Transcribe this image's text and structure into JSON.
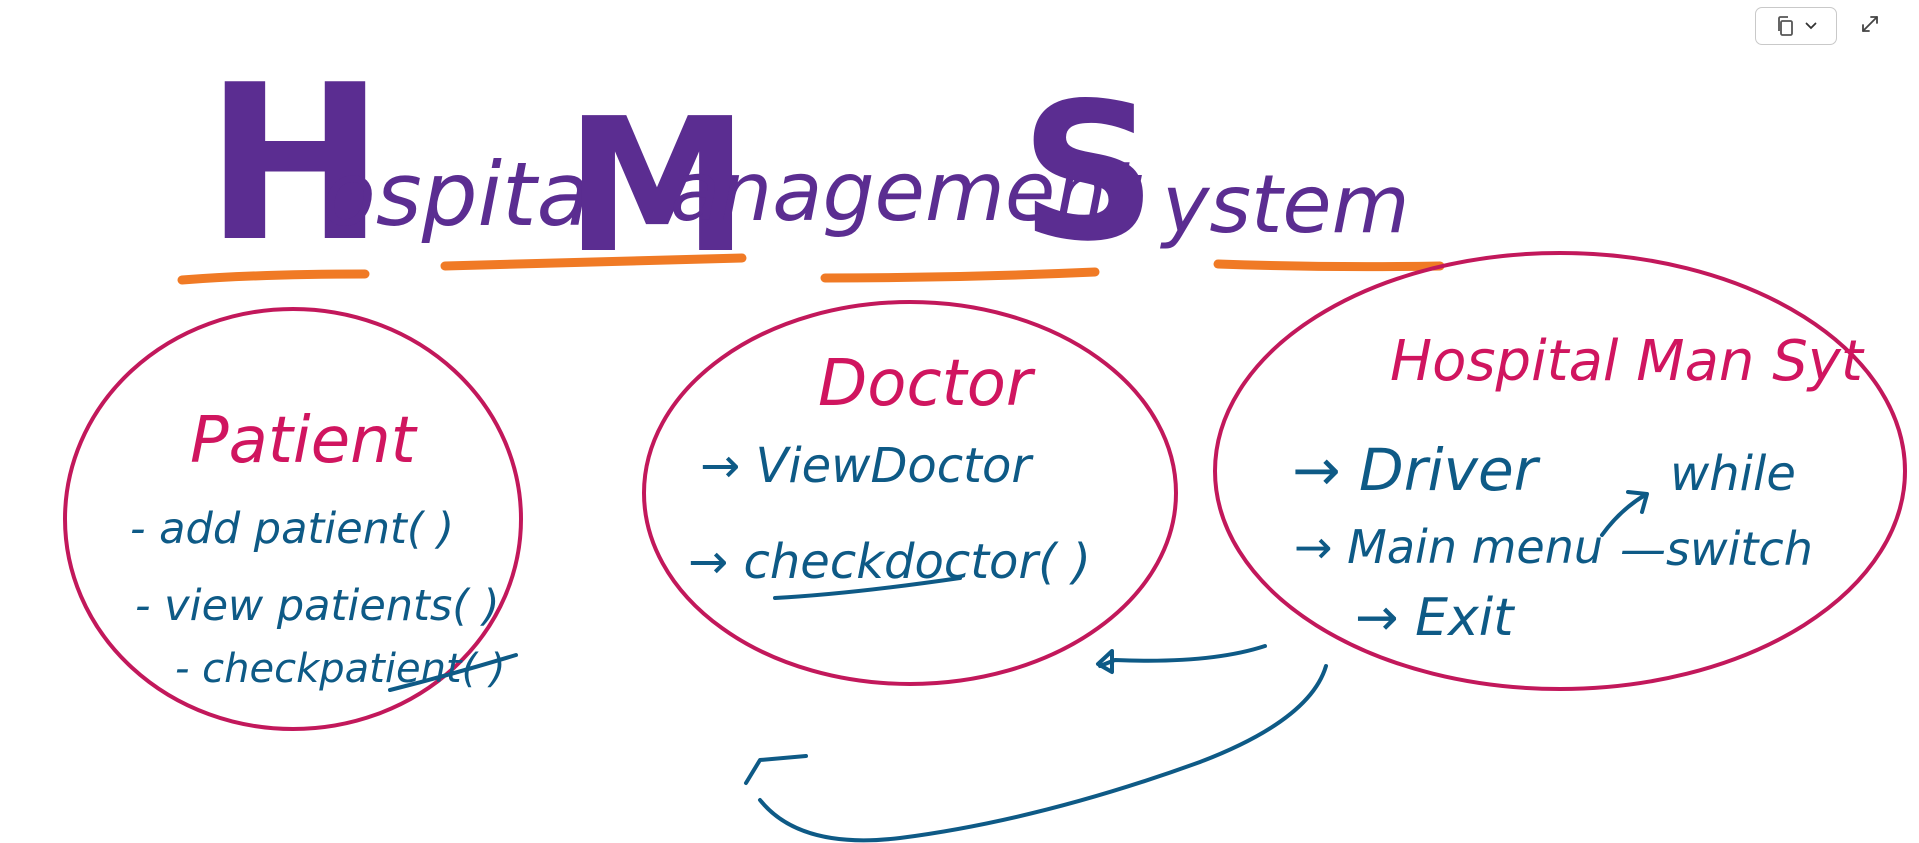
{
  "toolbar": {
    "copy_icon": "copy-document-icon",
    "dropdown_icon": "chevron-down-icon",
    "expand_icon": "expand-diagonal-icon"
  },
  "colors": {
    "title": "#5b2d91",
    "underline": "#f07a25",
    "ellipse": "#c2185b",
    "heading": "#d0155f",
    "body_text": "#0e5a86",
    "arrow": "#0e5a86"
  },
  "title": {
    "big_h": "H",
    "rest_h": "ospital",
    "big_m": "M",
    "rest_m": "anagement",
    "big_s": "S",
    "rest_s": "ystem"
  },
  "patient": {
    "heading": "Patient",
    "items": [
      "- add patient( )",
      "- view patients( )",
      "- checkpatient( )"
    ]
  },
  "doctor": {
    "heading": "Doctor",
    "items": [
      "→ ViewDoctor",
      "→ checkdoctor( )"
    ]
  },
  "hospital": {
    "heading": "Hospital Man Syt",
    "items": [
      "→ Driver",
      "→ Main menu",
      "→ Exit"
    ],
    "side_items": [
      "while",
      "—switch"
    ]
  }
}
